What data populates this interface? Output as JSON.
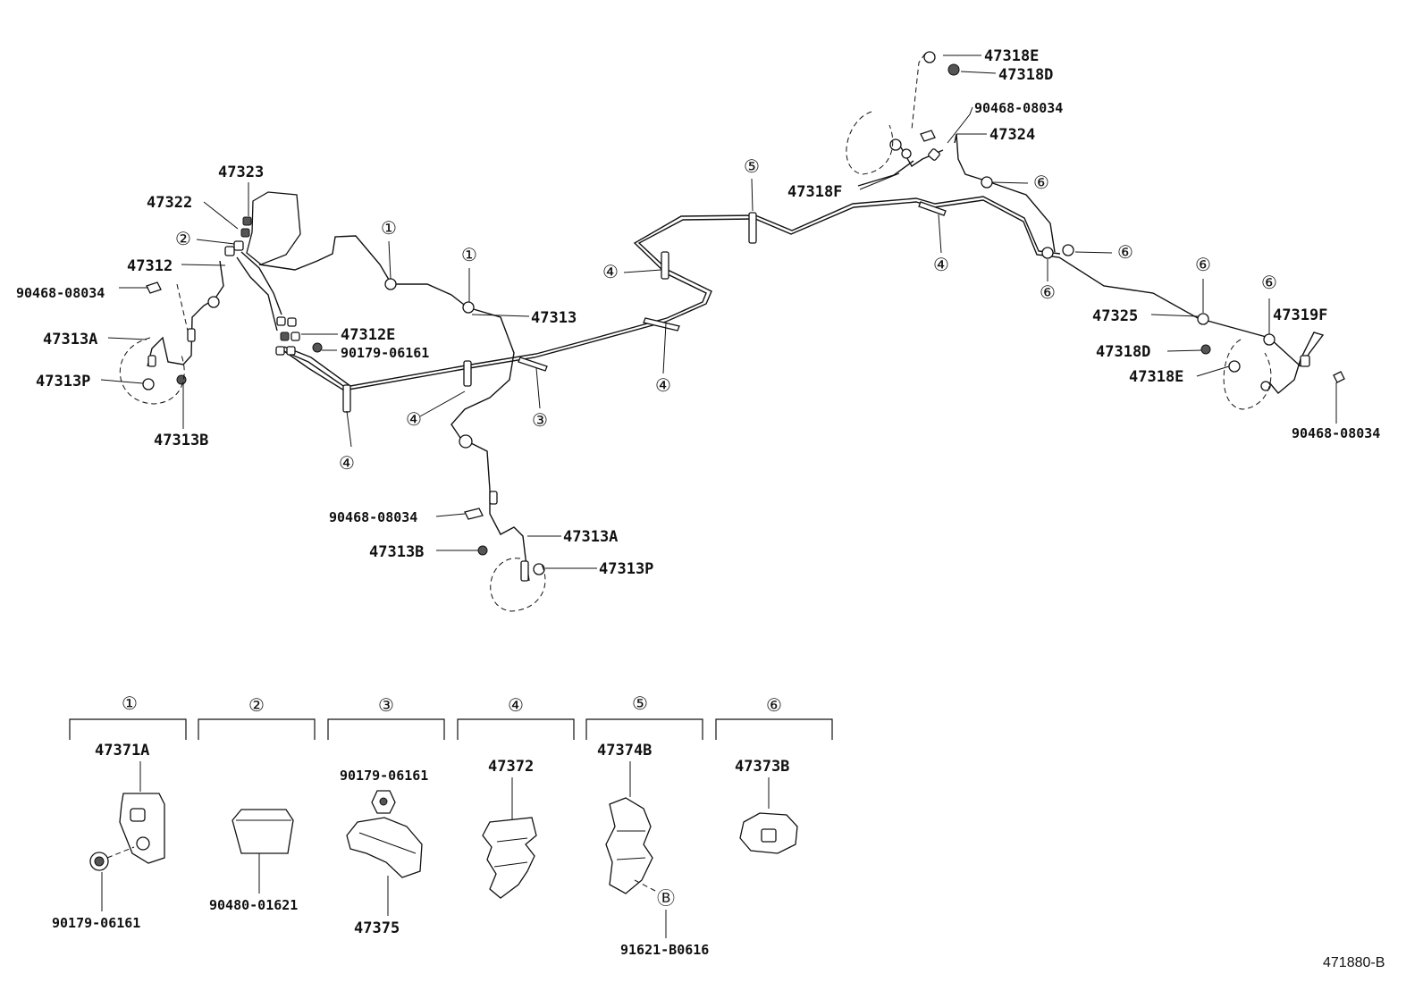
{
  "labels": {
    "p47323": "47323",
    "p47322": "47322",
    "p47312": "47312",
    "p90468_a": "90468-08034",
    "p47313A_a": "47313A",
    "p47313P_a": "47313P",
    "p47313B_a": "47313B",
    "p47312E": "47312E",
    "p90179_a": "90179-06161",
    "p47313": "47313",
    "p90468_b": "90468-08034",
    "p47313B_b": "47313B",
    "p47313A_b": "47313A",
    "p47313P_b": "47313P",
    "p47318E_a": "47318E",
    "p47318D_a": "47318D",
    "p90468_c": "90468-08034",
    "p47324": "47324",
    "p47318F": "47318F",
    "p47325": "47325",
    "p47319F": "47319F",
    "p47318D_b": "47318D",
    "p47318E_b": "47318E",
    "p90468_d": "90468-08034",
    "legend_47371A": "47371A",
    "legend_90179_b": "90179-06161",
    "legend_90480": "90480-01621",
    "legend_90179_c": "90179-06161",
    "legend_47375": "47375",
    "legend_47372": "47372",
    "legend_47374B": "47374B",
    "legend_91621": "91621-B0616",
    "legend_47373B": "47373B",
    "figure_code": "471880-B"
  },
  "callouts": {
    "c1": "①",
    "c2": "②",
    "c3": "③",
    "c4": "④",
    "c5": "⑤",
    "c6": "⑥",
    "cB": "Ⓑ"
  }
}
